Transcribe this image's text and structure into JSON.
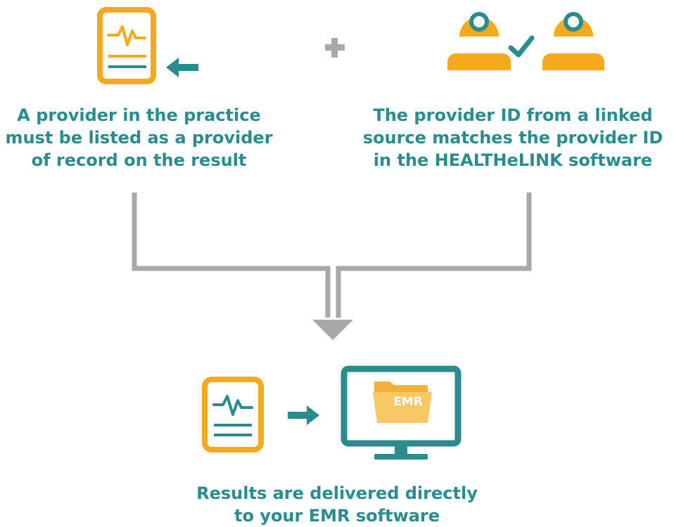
{
  "captions": {
    "left": "A provider in the practice\nmust be listed as a provider\nof record on the result",
    "right": "The provider ID from a linked\nsource matches the provider ID\nin the HEALTHeLINK software",
    "bottom": "Results are delivered directly\nto your EMR software"
  },
  "emr_label": "EMR",
  "icons": {
    "top_left": "clinical-document-icon",
    "arrow_left": "arrow-left-icon",
    "plus": "plus-icon",
    "provider_a": "provider-doctor-icon",
    "check": "checkmark-icon",
    "provider_b": "provider-doctor-icon",
    "connector": "merge-connector",
    "arrow_down": "arrow-down-icon",
    "bottom_doc": "clinical-document-icon",
    "arrow_right": "arrow-right-icon",
    "monitor": "monitor-icon",
    "folder": "folder-icon"
  },
  "colors": {
    "orange": "#f4a91e",
    "teal": "#2a8c8e",
    "gray": "#a8a8a8",
    "folder_light": "#f8c866",
    "folder_dark": "#f2b034"
  }
}
